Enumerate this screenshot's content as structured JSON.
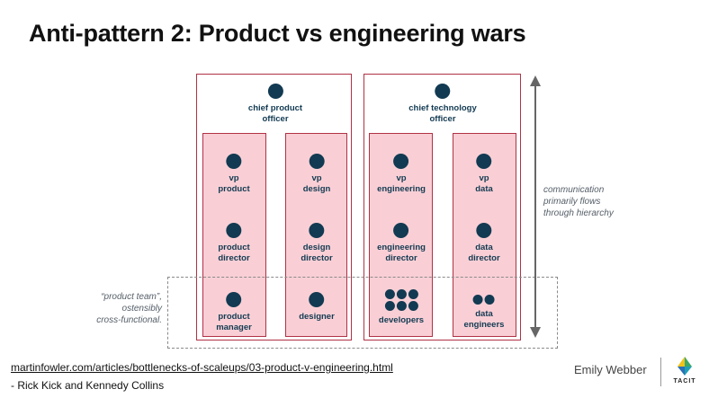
{
  "slide": {
    "title": "Anti-pattern 2: Product vs engineering wars"
  },
  "chiefs": {
    "product": [
      "chief product",
      "officer"
    ],
    "technology": [
      "chief technology",
      "officer"
    ]
  },
  "columns": [
    {
      "top": [
        "vp",
        "product"
      ],
      "middle": [
        "product",
        "director"
      ],
      "bottom": [
        "product",
        "manager"
      ],
      "bottom_icon": "single-dot"
    },
    {
      "top": [
        "vp",
        "design"
      ],
      "middle": [
        "design",
        "director"
      ],
      "bottom": [
        "designer"
      ],
      "bottom_icon": "single-dot"
    },
    {
      "top": [
        "vp",
        "engineering"
      ],
      "middle": [
        "engineering",
        "director"
      ],
      "bottom": [
        "developers"
      ],
      "bottom_icon": "six-dots"
    },
    {
      "top": [
        "vp",
        "data"
      ],
      "middle": [
        "data",
        "director"
      ],
      "bottom": [
        "data",
        "engineers"
      ],
      "bottom_icon": "two-dots"
    }
  ],
  "notes": {
    "communication": [
      "communication",
      "primarily flows",
      "through hierarchy"
    ],
    "product_team": [
      "“product team”,",
      "ostensibly",
      "cross-functional."
    ]
  },
  "footer": {
    "link": "martinfowler.com/articles/bottlenecks-of-scaleups/03-product-v-engineering.html",
    "credit": "- Rick Kick and Kennedy Collins",
    "author": "Emily Webber",
    "logo_text": "TACIT"
  },
  "colors": {
    "border": "#b03246",
    "column_fill": "#f9cfd5",
    "node": "#123a52",
    "arrow": "#666666"
  }
}
